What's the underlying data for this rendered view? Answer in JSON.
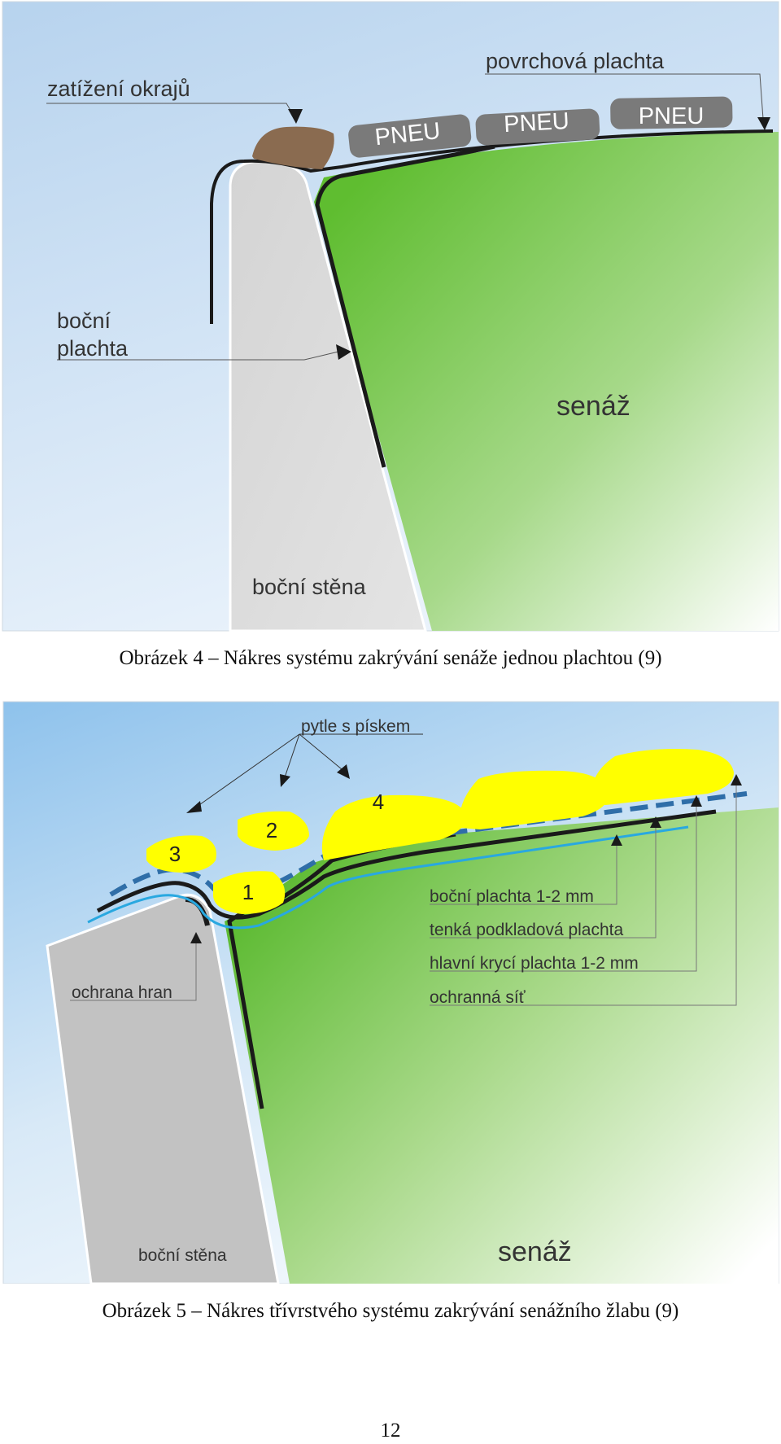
{
  "figure4": {
    "labels": {
      "edge_load": "zatížení okrajů",
      "surface_sheet": "povrchová plachta",
      "tire_1": "PNEU",
      "tire_2": "PNEU",
      "tire_3": "PNEU",
      "side_sheet_line1": "boční",
      "side_sheet_line2": "plachta",
      "silage": "senáž",
      "side_wall": "boční stěna"
    },
    "caption": "Obrázek 4 – Nákres systému zakrývání senáže jednou plachtou (9)",
    "colors": {
      "sky": "#bcd6ee",
      "wall": "#dcdcdc",
      "silage": "#6cc23a",
      "edge_load": "#8a6b50",
      "tire": "#777777"
    }
  },
  "figure5": {
    "labels": {
      "sandbags": "pytle s pískem",
      "bag_1": "1",
      "bag_2": "2",
      "bag_3": "3",
      "bag_4": "4",
      "side_sheet": "boční plachta 1-2 mm",
      "thin_underlay": "tenká podkladová plachta",
      "main_cover": "hlavní krycí plachta 1-2 mm",
      "protective_net": "ochranná síť",
      "edge_protection": "ochrana hran",
      "side_wall": "boční stěna",
      "silage": "senáž"
    },
    "caption": "Obrázek 5 – Nákres třívrstvého systému zakrývání senážního žlabu (9)",
    "colors": {
      "sky": "#9cc8ec",
      "wall": "#c4c4c4",
      "silage": "#66c030",
      "sandbag": "#ffff00",
      "net": "#2f6ea8",
      "underlay": "#29a8e0"
    }
  },
  "page_number": "12"
}
